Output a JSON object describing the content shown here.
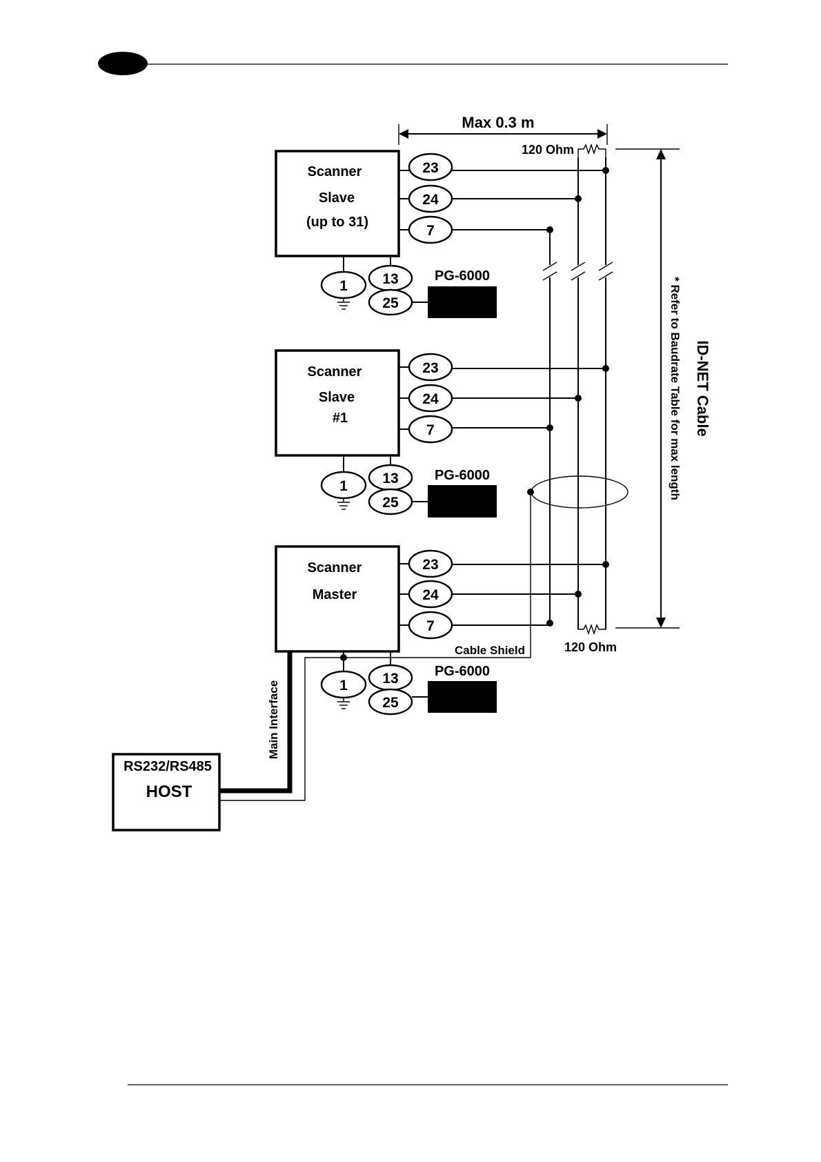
{
  "colors": {
    "ink": "#000000",
    "paper": "#ffffff"
  },
  "header": {
    "tab": ""
  },
  "dimension": {
    "label": "Max 0.3 m"
  },
  "resistor_top": {
    "label": "120 Ohm"
  },
  "resistor_bottom": {
    "label": "120 Ohm"
  },
  "cable": {
    "title": "ID-NET Cable",
    "note": "* Refer to Baudrate Table for max length"
  },
  "shield": {
    "label": "Cable Shield"
  },
  "scanners": [
    {
      "lines": [
        "Scanner",
        "Slave",
        "(up to 31)"
      ],
      "pins": [
        "23",
        "24",
        "7"
      ],
      "ground_pin": "1",
      "aux_pins": [
        "13",
        "25"
      ],
      "power": "PG-6000"
    },
    {
      "lines": [
        "Scanner",
        "Slave",
        "#1"
      ],
      "pins": [
        "23",
        "24",
        "7"
      ],
      "ground_pin": "1",
      "aux_pins": [
        "13",
        "25"
      ],
      "power": "PG-6000"
    },
    {
      "lines": [
        "Scanner",
        "Master"
      ],
      "pins": [
        "23",
        "24",
        "7"
      ],
      "ground_pin": "1",
      "aux_pins": [
        "13",
        "25"
      ],
      "power": "PG-6000"
    }
  ],
  "interface": {
    "label": "Main Interface"
  },
  "host": {
    "line1": "RS232/RS485",
    "line2": "HOST"
  }
}
